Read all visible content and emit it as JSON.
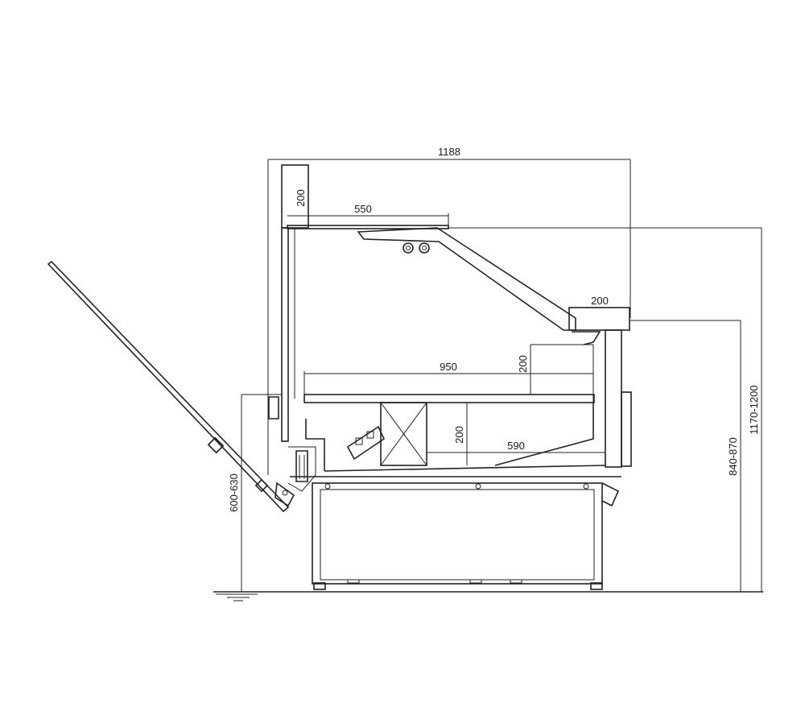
{
  "dimensions": {
    "total_width": "1188",
    "canopy_height": "200",
    "canopy_depth": "550",
    "front_top_depth": "200",
    "shelf_depth": "950",
    "shelf_gap": "200",
    "well_height": "200",
    "well_depth": "590",
    "counter_height": "840-870",
    "total_height": "1170-1200",
    "working_height": "600-630"
  }
}
